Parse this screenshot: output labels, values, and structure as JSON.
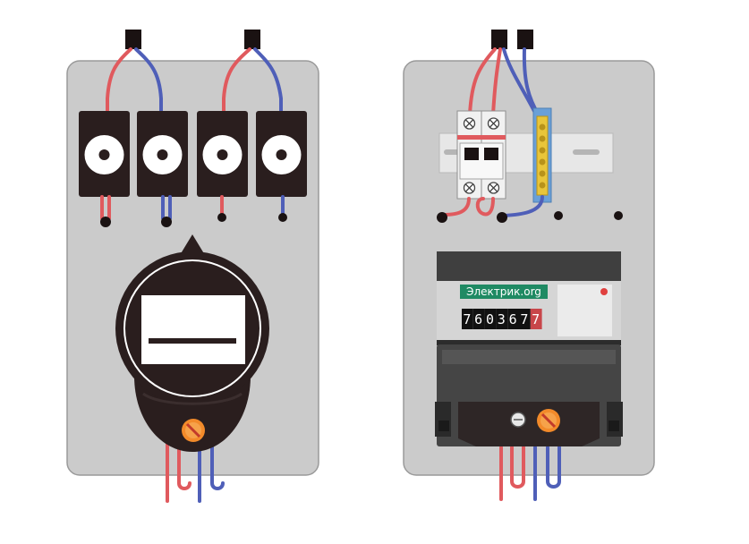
{
  "brand": "Электрик.org",
  "counter": {
    "digits": [
      "7",
      "6",
      "0",
      "3",
      "6",
      "7",
      "7"
    ],
    "highlight_color": "#c8464a"
  },
  "colors": {
    "phase_wire": "#e05a5e",
    "neutral_wire": "#4f5fb8",
    "panel": "#cbcbcb",
    "panel_border": "#9a9a9a",
    "dark": "#2a1e1e",
    "brand_badge": "#1f8a63",
    "screw": "#f28a2a"
  },
  "icons": [
    "lead-seal-icon",
    "screw-icon"
  ]
}
